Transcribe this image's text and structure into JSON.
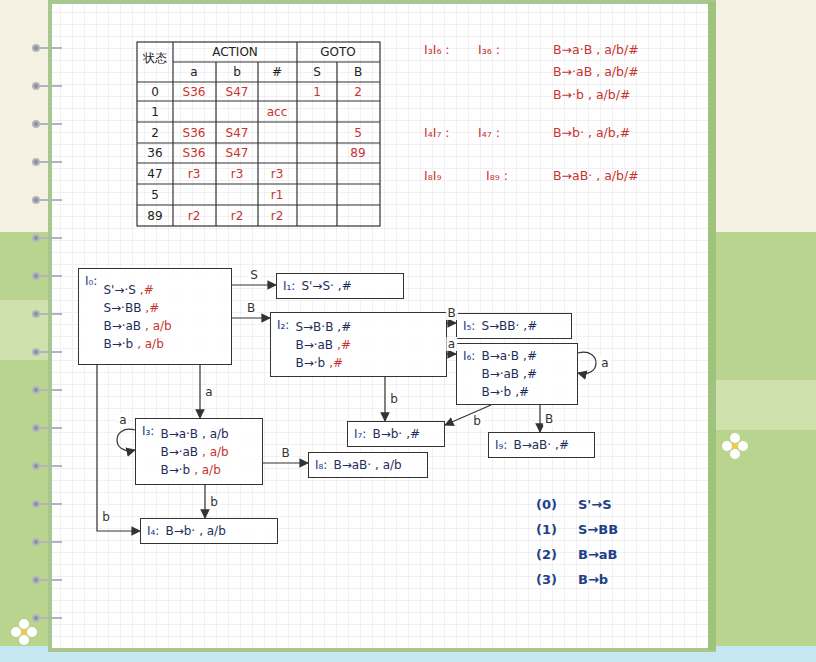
{
  "diagram": {
    "nodes": [
      {
        "text": [
          "I₀:",
          "S'→·S",
          ",#",
          "S→·BB",
          ",#",
          "B→·aB",
          ", a/b",
          "B→·b",
          ", a/b"
        ]
      },
      {
        "text": [
          "I₁:",
          "S'→S·",
          ",#"
        ]
      },
      {
        "text": [
          "I₂:",
          "S→B·B",
          ",#",
          "B→·aB",
          ",#",
          "B→·b",
          ",#"
        ]
      },
      {
        "text": [
          "I₅:",
          "S→BB·",
          ",#"
        ]
      },
      {
        "text": [
          "I₆:",
          "B→a·B",
          ",#",
          "B→·aB",
          ",#",
          "B→·b",
          ",#"
        ]
      },
      {
        "text": [
          "I₃:",
          "B→a·B",
          ", a/b",
          "B→·aB",
          ", a/b",
          "B→·b",
          ", a/b"
        ]
      },
      {
        "text": [
          "I₇:",
          "B→b·",
          ",#"
        ]
      },
      {
        "text": [
          "I₉:",
          "B→aB·",
          ",#"
        ]
      },
      {
        "text": [
          "I₈:",
          "B→aB·",
          ", a/b"
        ]
      },
      {
        "text": [
          "I₄:",
          "B→b·",
          ", a/b"
        ]
      }
    ],
    "edges": [
      {
        "from": 0,
        "to": 1,
        "arrow": "to",
        "label": "S"
      },
      {
        "from": 0,
        "to": 2,
        "arrow": "to",
        "label": "B"
      },
      {
        "from": 0,
        "to": 5,
        "arrow": "to",
        "label": "a"
      },
      {
        "from": 0,
        "to": 9,
        "arrow": "to",
        "label": "b"
      },
      {
        "from": 2,
        "to": 3,
        "arrow": "to",
        "label": "B"
      },
      {
        "from": 2,
        "to": 4,
        "arrow": "to",
        "label": "a"
      },
      {
        "from": 2,
        "to": 6,
        "arrow": "to",
        "label": "b"
      },
      {
        "from": 4,
        "to": 4,
        "arrow": "to",
        "label": "a"
      },
      {
        "from": 4,
        "to": 6,
        "arrow": "to",
        "label": "b"
      },
      {
        "from": 4,
        "to": 7,
        "arrow": "to",
        "label": "B"
      },
      {
        "from": 5,
        "to": 5,
        "arrow": "to",
        "label": "a"
      },
      {
        "from": 5,
        "to": 8,
        "arrow": "to",
        "label": "B"
      },
      {
        "from": 5,
        "to": 9,
        "arrow": "to",
        "label": "b"
      }
    ],
    "labels": [
      "状态",
      "ACTION",
      "GOTO",
      "a",
      "b",
      "#",
      "S",
      "B",
      "0",
      "S36",
      "S47",
      "1",
      "2",
      "1",
      "acc",
      "2",
      "S36",
      "S47",
      "5",
      "36",
      "S36",
      "S47",
      "89",
      "47",
      "r3",
      "r3",
      "r3",
      "5",
      "r1",
      "89",
      "r2",
      "r2",
      "r2",
      "I₃I₆ :",
      "I₃₆ :",
      "B→a·B , a/b/#",
      "B→·aB , a/b/#",
      "B→·b , a/b/#",
      "I₄I₇ :",
      "I₄₇ :",
      "B→b· , a/b,#",
      "I₈I₉",
      "I₈₉ :",
      "B→aB· , a/b/#",
      "(0)",
      "S'→S",
      "(1)",
      "S→BB",
      "(2)",
      "B→aB",
      "(3)",
      "B→b"
    ]
  }
}
